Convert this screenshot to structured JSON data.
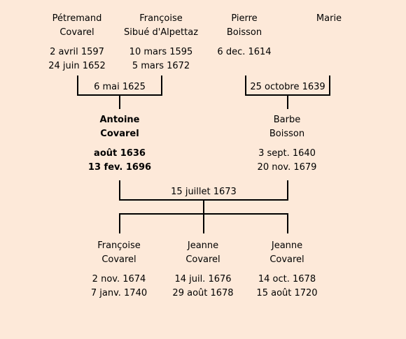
{
  "grandparents": [
    {
      "first_name": "Pétremand",
      "surname": "Covarel",
      "birth": "2 avril 1597",
      "death": "24 juin 1652"
    },
    {
      "first_name": "Françoise",
      "surname": "Sibué d'Alpettaz",
      "birth": "10 mars 1595",
      "death": "5 mars 1672"
    },
    {
      "first_name": "Pierre",
      "surname": "Boisson",
      "birth": "6 dec. 1614",
      "death": ""
    },
    {
      "first_name": "Marie",
      "surname": "",
      "birth": "",
      "death": ""
    }
  ],
  "grandparent_marriages": [
    {
      "date": "6 mai 1625"
    },
    {
      "date": "25 octobre 1639"
    }
  ],
  "parents": [
    {
      "first_name": "Antoine",
      "surname": "Covarel",
      "birth": "août 1636",
      "death": "13 fev. 1696"
    },
    {
      "first_name": "Barbe",
      "surname": "Boisson",
      "birth": "3 sept. 1640",
      "death": "20 nov. 1679"
    }
  ],
  "parent_marriage": {
    "date": "15 juillet 1673"
  },
  "children": [
    {
      "first_name": "Françoise",
      "surname": "Covarel",
      "birth": "2 nov. 1674",
      "death": "7 janv. 1740"
    },
    {
      "first_name": "Jeanne",
      "surname": "Covarel",
      "birth": "14 juil. 1676",
      "death": "29 août 1678"
    },
    {
      "first_name": "Jeanne",
      "surname": "Covarel",
      "birth": "14 oct. 1678",
      "death": "15 août 1720"
    }
  ]
}
